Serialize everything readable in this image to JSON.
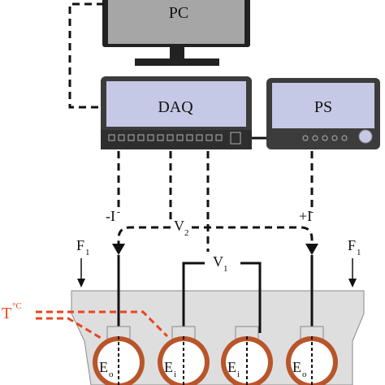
{
  "devices": {
    "pc": {
      "label": "PC"
    },
    "daq": {
      "label": "DAQ"
    },
    "ps": {
      "label": "PS"
    }
  },
  "signals": {
    "minus_i": "-I",
    "plus_i": "+I",
    "v2_main": "V",
    "v2_sub": "2",
    "v1_main": "V",
    "v1_sub": "1"
  },
  "forces": {
    "left": {
      "main": "F",
      "sub": "1"
    },
    "right": {
      "main": "F",
      "sub": "1"
    }
  },
  "thermocouple": {
    "main": "T",
    "sup": "°C"
  },
  "electrodes": [
    {
      "main": "E",
      "sub": "o"
    },
    {
      "main": "E",
      "sub": "i"
    },
    {
      "main": "E",
      "sub": "i"
    },
    {
      "main": "E",
      "sub": "o"
    }
  ],
  "colors": {
    "pc_screen": "#a6a6a6",
    "device_panel": "#c5c9e6",
    "device_body": "#3c3c3c",
    "wire": "#111111",
    "thermocouple": "#e8461c",
    "electrode_ring": "#b8552a",
    "beam": "#dedede"
  }
}
